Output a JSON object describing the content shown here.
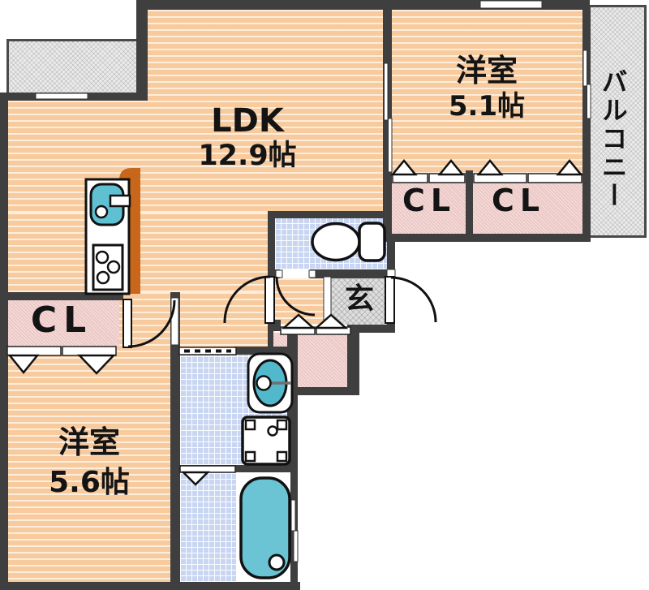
{
  "plan": {
    "ldk": {
      "name": "LDK",
      "area": "12.9帖"
    },
    "bedroom_a": {
      "name": "洋室",
      "area": "5.1帖"
    },
    "bedroom_b": {
      "name": "洋室",
      "area": "5.6帖"
    },
    "closet_left": {
      "label": "CL"
    },
    "closet_a": {
      "label": "CL"
    },
    "closet_b": {
      "label": "CL"
    },
    "entrance": {
      "label": "玄"
    },
    "balcony": {
      "label": "バルコニー"
    }
  },
  "colors": {
    "room_floor": "#f8cb9f",
    "closet_floor": "#ecc8c5",
    "wet_floor": "#c9d6f2",
    "entrance_floor": "#dedede",
    "balcony_floor": "#ebebeb",
    "fixture_teal": "#5fc0d2",
    "counter_orange": "#c8671b",
    "wall": "#3f3f3f"
  }
}
